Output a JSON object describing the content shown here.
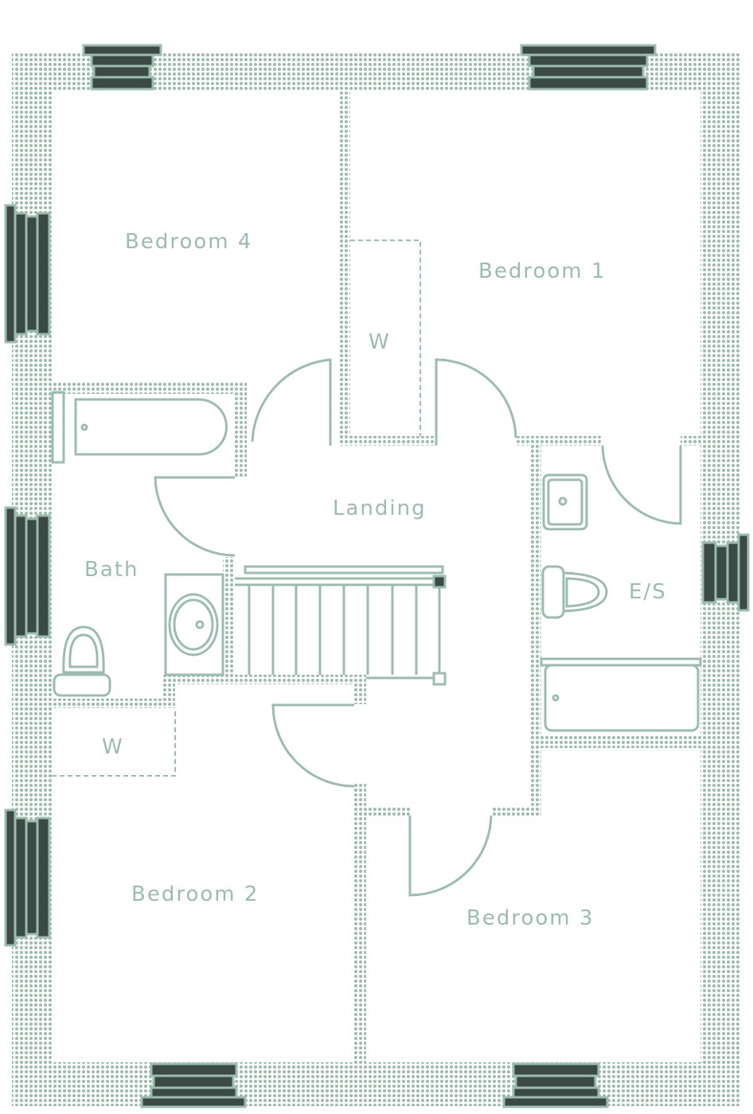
{
  "plan": {
    "rooms": {
      "bedroom4": "Bedroom 4",
      "bedroom1": "Bedroom 1",
      "bedroom2": "Bedroom 2",
      "bedroom3": "Bedroom 3",
      "landing": "Landing",
      "bath": "Bath",
      "ensuite": "E/S",
      "wardrobe1": "W",
      "wardrobe2": "W"
    },
    "colors": {
      "wall": "#9bbcae",
      "window": "#3b4a44",
      "background": "#ffffff"
    }
  }
}
